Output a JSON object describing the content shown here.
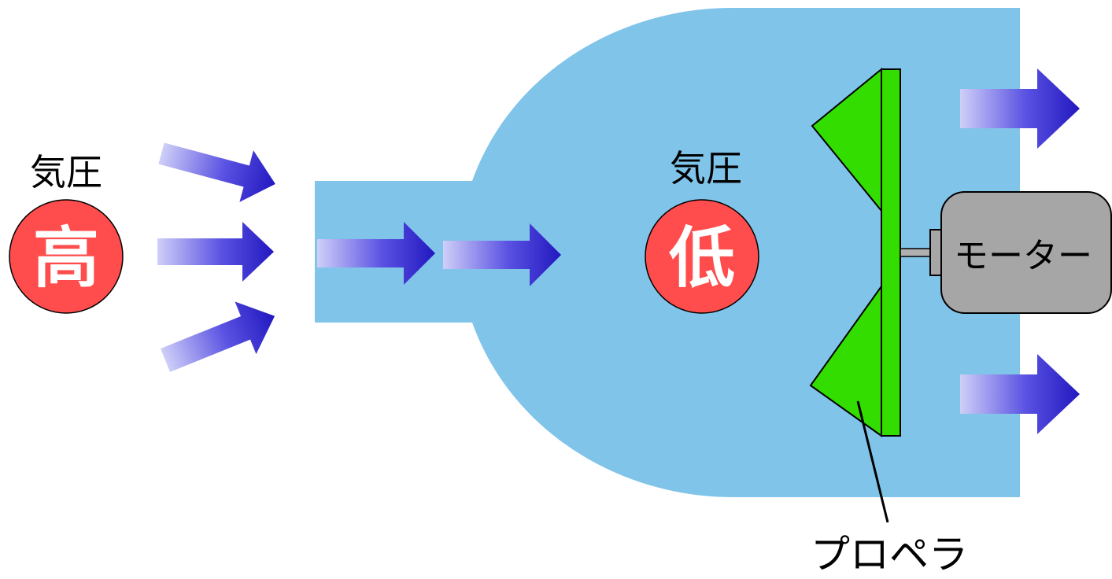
{
  "diagram": {
    "high_side": {
      "pressure_label": "気圧",
      "level": "高"
    },
    "low_side": {
      "pressure_label": "気圧",
      "level": "低"
    },
    "motor_label": "モーター",
    "propeller_label": "プロペラ"
  },
  "colors": {
    "chamber": "#80c4ea",
    "badge": "#ff4d4d",
    "propeller": "#33dd00",
    "motor": "#a6a6a6",
    "arrow_start": "#c8c8f6",
    "arrow_end": "#2a22c8"
  }
}
